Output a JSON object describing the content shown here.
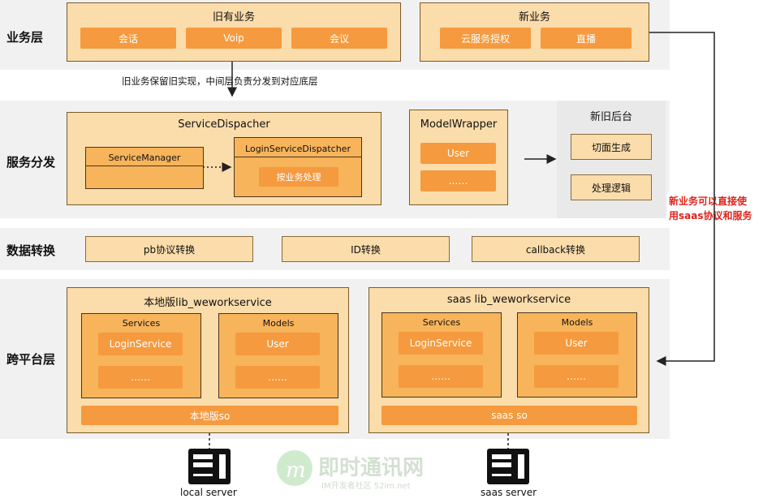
{
  "layers": {
    "business": "业务层",
    "dispatch": "服务分发",
    "convert": "数据转换",
    "cross_platform": "跨平台层"
  },
  "business_layer": {
    "legacy": {
      "title": "旧有业务",
      "items": [
        "会话",
        "Voip",
        "会议"
      ]
    },
    "new": {
      "title": "新业务",
      "items": [
        "云服务授权",
        "直播"
      ]
    },
    "note": "旧业务保留旧实现，中间层负责分发到对应底层"
  },
  "dispatch_layer": {
    "dispatcher": {
      "title": "ServiceDispacher",
      "manager": "ServiceManager",
      "login_dispatcher": "LoginServiceDispatcher",
      "login_item": "按业务处理"
    },
    "model_wrapper": {
      "title": "ModelWrapper",
      "items": [
        "User",
        "……"
      ]
    },
    "backend": {
      "title": "新旧后台",
      "items": [
        "切面生成",
        "处理逻辑"
      ]
    }
  },
  "side_note": [
    "新业务可以直接使",
    "用saas协议和服务"
  ],
  "convert_layer": {
    "items": [
      "pb协议转换",
      "ID转换",
      "callback转换"
    ]
  },
  "cross_layer": {
    "local": {
      "title": "本地版lib_weworkservice",
      "services": {
        "title": "Services",
        "items": [
          "LoginService",
          "……"
        ]
      },
      "models": {
        "title": "Models",
        "items": [
          "User",
          "……"
        ]
      },
      "so": "本地版so"
    },
    "saas": {
      "title": "saas lib_weworkservice",
      "services": {
        "title": "Services",
        "items": [
          "LoginService",
          "……"
        ]
      },
      "models": {
        "title": "Models",
        "items": [
          "User",
          "……"
        ]
      },
      "so": "saas so"
    }
  },
  "servers": {
    "local": "local server",
    "saas": "saas server"
  },
  "watermark": {
    "main": "即时通讯网",
    "sub": "IM开发者社区 52im.net"
  },
  "colors": {
    "box_fill": "#fbdcab",
    "pill": "#f59a3e",
    "inner": "#f7b45a",
    "note_red": "#e0231a",
    "band": "#f1f1f1"
  }
}
